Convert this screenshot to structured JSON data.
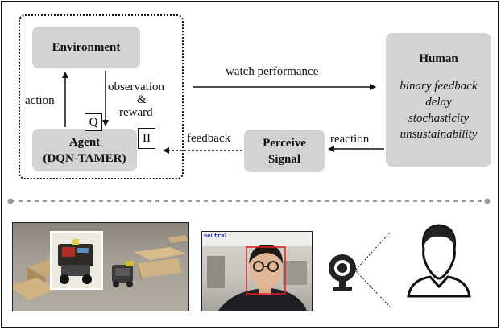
{
  "diagram": {
    "environment": "Environment",
    "agent_line1": "Agent",
    "agent_line2": "(DQN-TAMER)",
    "perceive_line1": "Perceive",
    "perceive_line2": "Signal",
    "human": {
      "title": "Human",
      "traits": [
        "binary feedback",
        "delay",
        "stochasticity",
        "unsustainability"
      ]
    },
    "edges": {
      "action": "action",
      "observation": "observation",
      "and": "&",
      "reward": "reward",
      "watch": "watch performance",
      "feedback": "feedback",
      "reaction": "reaction"
    },
    "tags": {
      "q": "Q",
      "ii": "II"
    }
  },
  "photos": {
    "face_overlay": "neutral"
  },
  "icons": [
    "webcam-icon",
    "person-icon"
  ],
  "colors": {
    "box": "#d3d3d3",
    "face_box": "#e02020",
    "overlay_text": "#2030d0"
  }
}
